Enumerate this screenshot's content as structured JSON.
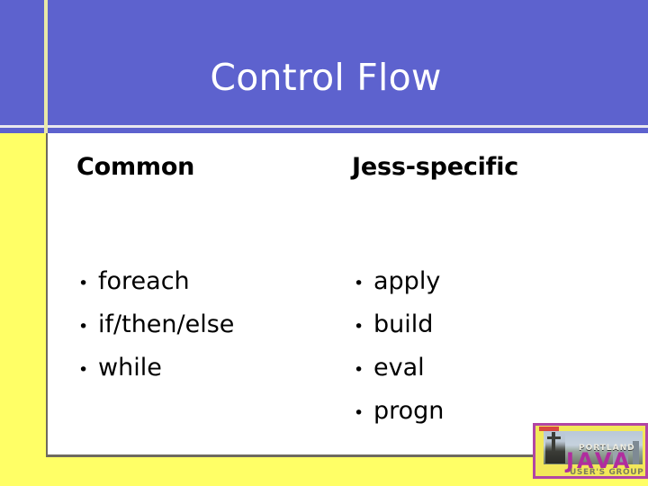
{
  "slide": {
    "title": "Control Flow",
    "colors": {
      "header_background": "#5d62ce",
      "accent_yellow": "#ffff66",
      "title_text": "#ffffff",
      "body_text": "#000000",
      "box_border": "#6e6a5e"
    }
  },
  "columns": [
    {
      "header": "Common",
      "items": [
        {
          "bullet": "•",
          "label": "foreach"
        },
        {
          "bullet": "•",
          "label": "if/then/else"
        },
        {
          "bullet": "•",
          "label": "while"
        }
      ]
    },
    {
      "header": "Jess-specific",
      "items": [
        {
          "bullet": "•",
          "label": "apply"
        },
        {
          "bullet": "•",
          "label": "build"
        },
        {
          "bullet": "•",
          "label": "eval"
        },
        {
          "bullet": "•",
          "label": "progn"
        }
      ]
    }
  ],
  "logo": {
    "name": "portland-java-users-group-logo",
    "line1": "PORTLAND",
    "line2": "JAVA",
    "line3": "USER'S GROUP"
  }
}
